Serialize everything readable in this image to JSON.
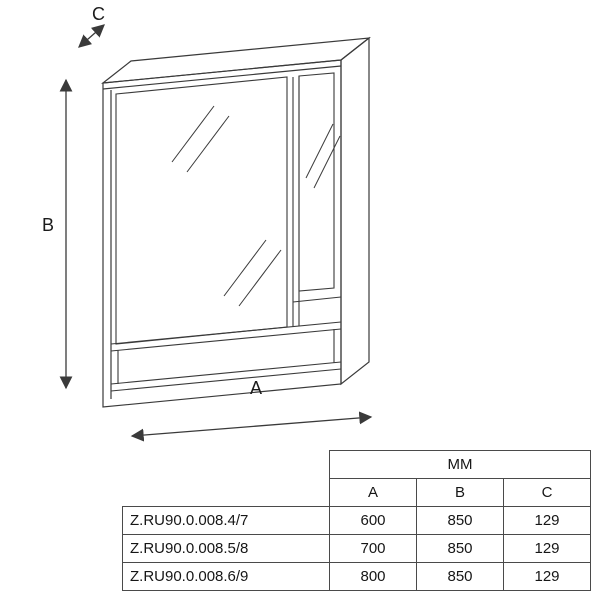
{
  "drawing": {
    "dim_a_label": "A",
    "dim_b_label": "B",
    "dim_c_label": "C"
  },
  "spec_table": {
    "unit_header": "MM",
    "col_headers": [
      "A",
      "B",
      "C"
    ],
    "rows": [
      {
        "model": "Z.RU90.0.008.4/7",
        "a": "600",
        "b": "850",
        "c": "129"
      },
      {
        "model": "Z.RU90.0.008.5/8",
        "a": "700",
        "b": "850",
        "c": "129"
      },
      {
        "model": "Z.RU90.0.008.6/9",
        "a": "800",
        "b": "850",
        "c": "129"
      }
    ]
  }
}
